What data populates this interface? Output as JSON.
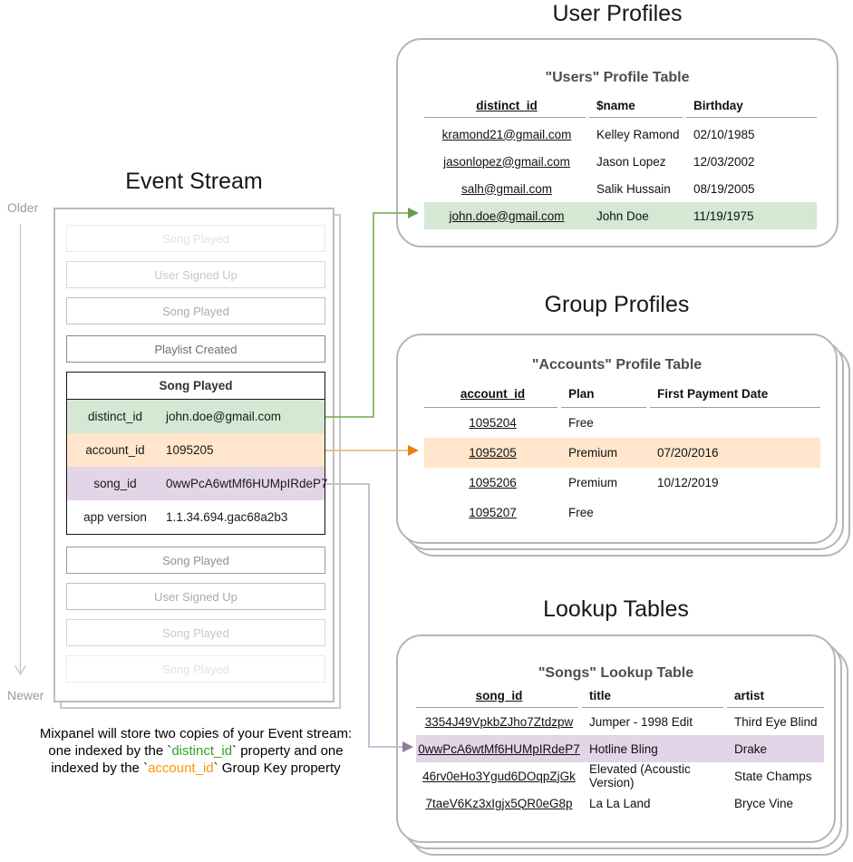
{
  "colors": {
    "green_fill": "#d5e8d4",
    "orange_fill": "#ffe6cc",
    "purple_fill": "#e1d5e7",
    "green_line": "#82b366",
    "green_head": "#679e4b",
    "orange_line": "#eab97e",
    "orange_head": "#e8820e",
    "purple_line": "#c6b7d2",
    "purple_head": "#8d7c9e",
    "timeline": "#c9c9c9",
    "caption_green": "#33a02c",
    "caption_orange": "#ff9505"
  },
  "event_stream": {
    "section_title": "Event Stream",
    "older_label": "Older",
    "newer_label": "Newer",
    "events_above": [
      "Song Played",
      "User Signed Up",
      "Song Played",
      "Playlist Created"
    ],
    "selected_event": {
      "name": "Song Played",
      "properties": [
        {
          "key": "distinct_id",
          "value": "john.doe@gmail.com"
        },
        {
          "key": "account_id",
          "value": "1095205"
        },
        {
          "key": "song_id",
          "value": "0wwPcA6wtMf6HUMpIRdeP7"
        },
        {
          "key": "app version",
          "value": "1.1.34.694.gac68a2b3"
        }
      ]
    },
    "events_below": [
      "Song Played",
      "User Signed Up",
      "Song Played",
      "Song Played"
    ]
  },
  "caption": {
    "line1": "Mixpanel will store two copies of your Event stream:",
    "line2_pre": "one indexed by the `",
    "line2_code": "distinct_id",
    "line2_post": "` property and one",
    "line3_pre": "indexed by the `",
    "line3_code": "account_id",
    "line3_post": "` Group Key property"
  },
  "user_profiles": {
    "section_title": "User Profiles",
    "table_title": "\"Users\" Profile Table",
    "columns": [
      "distinct_id",
      "$name",
      "Birthday"
    ],
    "rows": [
      [
        "kramond21@gmail.com",
        "Kelley Ramond",
        "02/10/1985"
      ],
      [
        "jasonlopez@gmail.com",
        "Jason Lopez",
        "12/03/2002"
      ],
      [
        "salh@gmail.com",
        "Salik Hussain",
        "08/19/2005"
      ],
      [
        "john.doe@gmail.com",
        "John Doe",
        "11/19/1975"
      ]
    ]
  },
  "group_profiles": {
    "section_title": "Group Profiles",
    "table_title": "\"Accounts\" Profile Table",
    "columns": [
      "account_id",
      "Plan",
      "First Payment Date"
    ],
    "rows": [
      [
        "1095204",
        "Free",
        ""
      ],
      [
        "1095205",
        "Premium",
        "07/20/2016"
      ],
      [
        "1095206",
        "Premium",
        "10/12/2019"
      ],
      [
        "1095207",
        "Free",
        ""
      ]
    ]
  },
  "lookup_tables": {
    "section_title": "Lookup Tables",
    "table_title": "\"Songs\" Lookup Table",
    "columns": [
      "song_id",
      "title",
      "artist"
    ],
    "rows": [
      [
        "3354J49VpkbZJho7Ztdzpw",
        "Jumper - 1998 Edit",
        "Third Eye Blind"
      ],
      [
        "0wwPcA6wtMf6HUMpIRdeP7",
        "Hotline Bling",
        "Drake"
      ],
      [
        "46rv0eHo3Ygud6DOqpZjGk",
        "Elevated (Acoustic Version)",
        "State Champs"
      ],
      [
        "7taeV6Kz3xIgjx5QR0eG8p",
        "La La Land",
        "Bryce Vine"
      ]
    ]
  }
}
